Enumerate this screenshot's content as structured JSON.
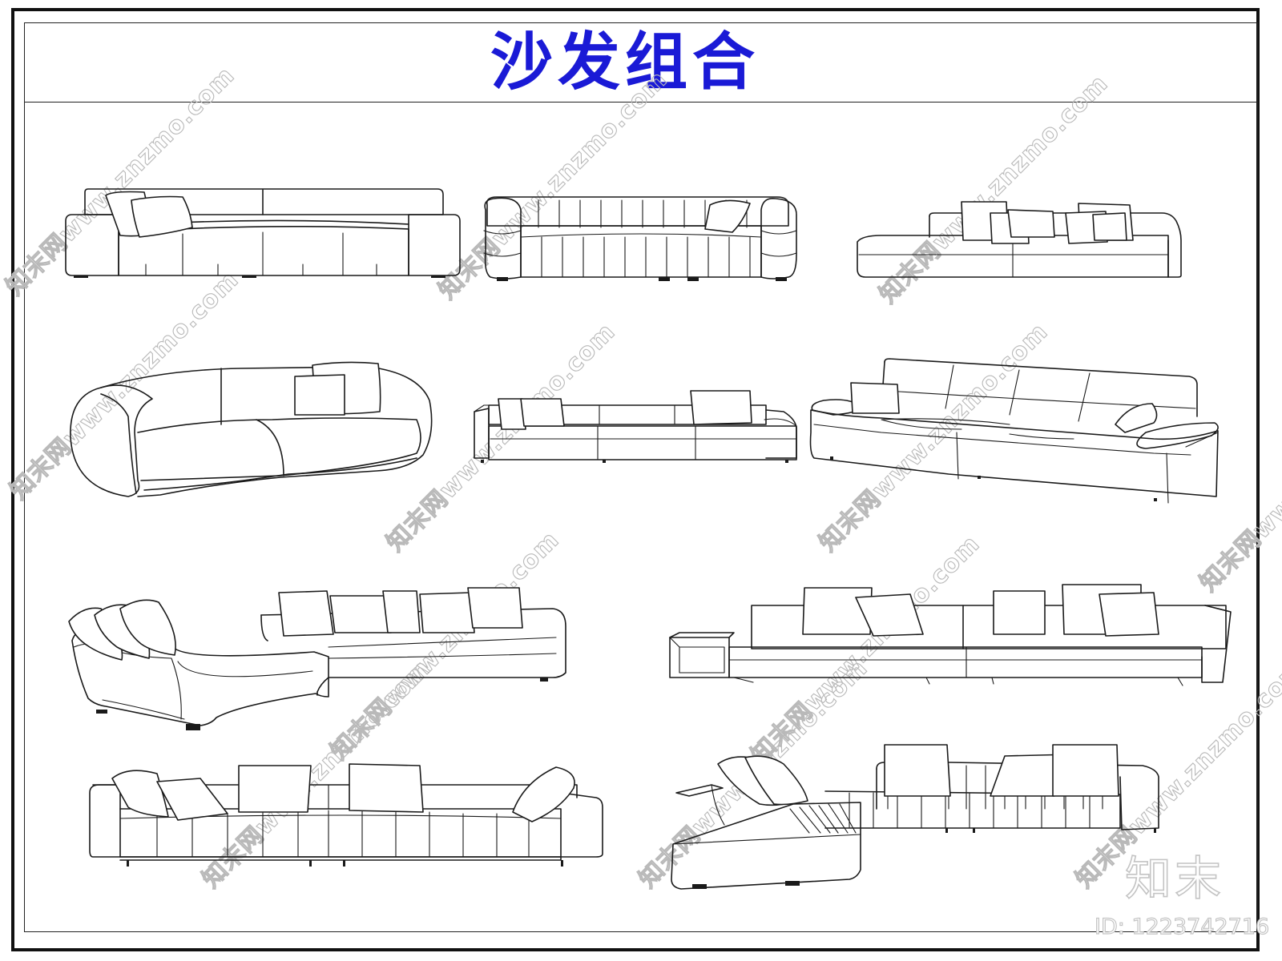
{
  "title": "沙发组合",
  "watermark": {
    "text": "知末网www.znzmo.com"
  },
  "brand": {
    "logo_text": "知末",
    "id_label": "ID: 1223742716"
  },
  "colors": {
    "title": "#1a1ad6",
    "line": "#1a1a1a",
    "frame": "#111111",
    "watermark": "#b9b9b9"
  },
  "drawings": [
    "sofa-1-straight-two-seat-modular",
    "sofa-2-tufted-channel",
    "sofa-3-low-chaise",
    "sofa-4-curved-round",
    "sofa-5-three-seat-low",
    "sofa-6-long-four-seat",
    "sofa-7-curved-sectional",
    "sofa-8-straight-with-side-table",
    "sofa-9-channel-long",
    "sofa-10-l-shaped-channel"
  ]
}
